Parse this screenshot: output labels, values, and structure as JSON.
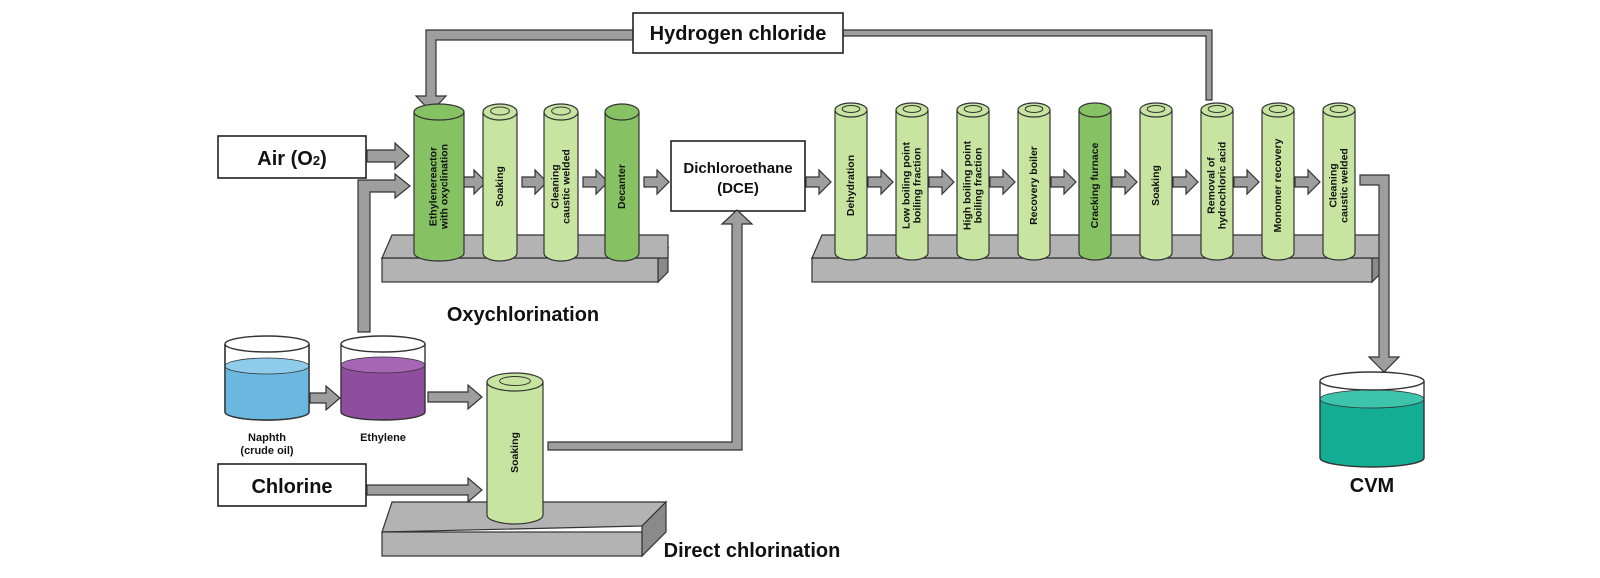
{
  "colors": {
    "plate": "#b3b3b3",
    "pipe": "#9e9e9e",
    "outline": "#333333",
    "column_light": "#c7e4a0",
    "column_dark": "#86c163",
    "naphtha_liquid": "#6ab7df",
    "ethylene_liquid": "#8e4d9e",
    "cvm_liquid": "#13ad95"
  },
  "labels": {
    "hydrogen_chloride": "Hydrogen chloride",
    "air": "Air (O",
    "air_subscript": "2",
    "air_close": ")",
    "chlorine": "Chlorine",
    "dce_line1": "Dichloroethane",
    "dce_line2": "(DCE)",
    "oxychlorination": "Oxychlorination",
    "direct_chlorination": "Direct chlorination",
    "cvm": "CVM",
    "naphtha_line1": "Naphth",
    "naphtha_line2": "(crude oil)",
    "ethylene": "Ethylene"
  },
  "oxychlorination_columns": [
    {
      "lines": [
        "Ethylenereactor",
        "with oxyclination"
      ],
      "shade": "dark"
    },
    {
      "lines": [
        "Soaking"
      ],
      "shade": "light"
    },
    {
      "lines": [
        "Cleaning",
        "caustic welded"
      ],
      "shade": "light"
    },
    {
      "lines": [
        "Decanter"
      ],
      "shade": "dark"
    }
  ],
  "process_columns": [
    {
      "lines": [
        "Dehydration"
      ],
      "shade": "light"
    },
    {
      "lines": [
        "Low boiling point",
        "boiling fraction"
      ],
      "shade": "light"
    },
    {
      "lines": [
        "High boiling point",
        "boiling fraction"
      ],
      "shade": "light"
    },
    {
      "lines": [
        "Recovery boiler"
      ],
      "shade": "light"
    },
    {
      "lines": [
        "Cracking furnace"
      ],
      "shade": "dark"
    },
    {
      "lines": [
        "Soaking"
      ],
      "shade": "light"
    },
    {
      "lines": [
        "Removal of",
        "hydrochloric acid"
      ],
      "shade": "light"
    },
    {
      "lines": [
        "Monomer recovery"
      ],
      "shade": "light"
    },
    {
      "lines": [
        "Cleaning",
        "caustic welded"
      ],
      "shade": "light"
    }
  ],
  "direct_chlorination_column": {
    "lines": [
      "Soaking"
    ],
    "shade": "light"
  }
}
